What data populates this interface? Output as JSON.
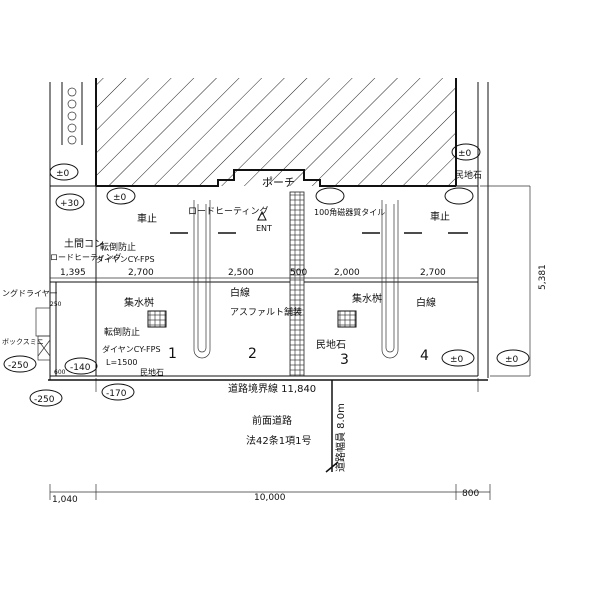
{
  "site": {
    "porch": "ポーチ",
    "entrance": "ENT",
    "road_heating_top": "ロードヒーティング",
    "tile": "100角磁器質タイル",
    "car_stop_left": "車止",
    "car_stop_right": "車止",
    "earth_floor_line1": "土間コン",
    "earth_floor_line2": "ロードヒーティング",
    "skid_left_1": "転倒防止",
    "skid_left_2": "ダイヤンCY-FPS",
    "skid_left_3": "転倒防止",
    "skid_left_4": "ダイヤンCY-FPS",
    "skid_left_5": "L=1500",
    "catch_basin_left": "集水桝",
    "catch_basin_right": "集水桝",
    "white_line_left": "白線",
    "white_line_right": "白線",
    "asphalt": "アスファルト舗装",
    "curb_center": "民地石",
    "curb_bottom_left": "民地石",
    "curb_top_right": "民地石",
    "dryer": "ングドライヤー",
    "box": "ボックスミニ",
    "slot_numbers": [
      "1",
      "2",
      "3",
      "4"
    ]
  },
  "levels": {
    "a": "±0",
    "b": "±0",
    "c": "+30",
    "d": "±0",
    "e": "-250",
    "f": "-140",
    "g": "±0",
    "h": "±0",
    "i": "-250",
    "j": "-170"
  },
  "dimensions": {
    "seg1": "1,395",
    "seg2": "2,700",
    "seg3": "2,500",
    "seg4": "500",
    "seg5": "2,000",
    "seg6": "2,700",
    "vertical": "5,381",
    "bottom_left": "1,040",
    "bottom_mid": "10,000",
    "bottom_right": "800",
    "small_250": "250",
    "small_600": "600"
  },
  "road": {
    "boundary": "道路境界線 11,840",
    "name": "前面道路",
    "law": "法42条1項1号",
    "width": "道路幅員 8.0m"
  }
}
